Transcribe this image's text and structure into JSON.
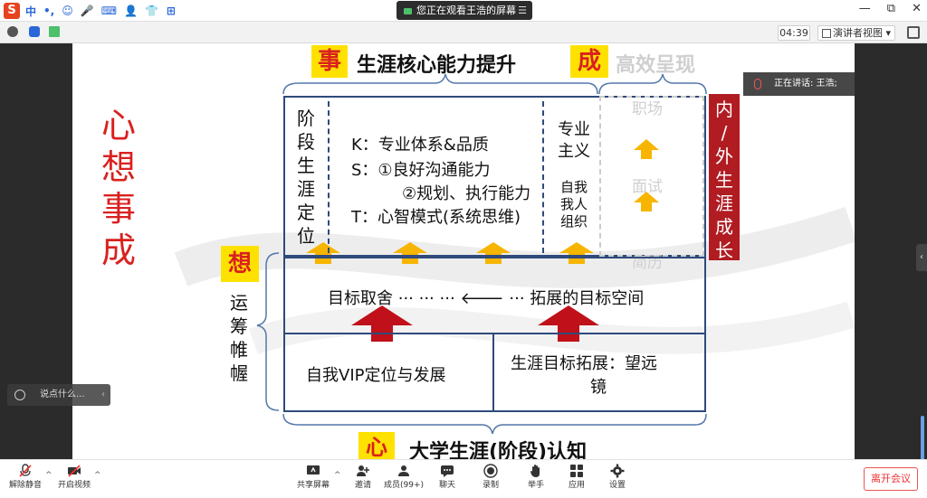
{
  "ime_bar": {
    "logo": "S",
    "items": [
      "中",
      "•,",
      "☺",
      "🎤",
      "⌨",
      "👤",
      "👕",
      "⊞"
    ],
    "share_notice": "您正在观看王浩的屏幕",
    "share_menu": "☰",
    "window_controls": [
      "—",
      "⧉",
      "✕"
    ]
  },
  "top_bar": {
    "timer": "04:39",
    "view_mode": "演讲者视图",
    "view_caret": "▾"
  },
  "slide": {
    "side_title": [
      "心",
      "想",
      "事",
      "成"
    ],
    "label_shi": "事",
    "title_top": "生涯核心能力提升",
    "label_cheng": "成",
    "title_gray": "高效呈现",
    "stage_text": [
      "阶",
      "段",
      "生",
      "涯",
      "定",
      "位"
    ],
    "k_line": "K：专业体系&品质",
    "s_line": "S：①良好沟通能力",
    "s_line2": "②规划、执行能力",
    "t_line": "T：心智模式(系统思维)",
    "specialism": [
      "专业",
      "主义"
    ],
    "self_org": [
      "自我",
      "我人",
      "组织"
    ],
    "gray_levels": [
      "职场",
      "面试",
      "简历"
    ],
    "red_vertical": [
      "内",
      "/",
      "外",
      "生",
      "涯",
      "成",
      "长"
    ],
    "label_xiang": "想",
    "planning": [
      "运",
      "筹",
      "帷",
      "幄"
    ],
    "goal_line": "目标取舍 ··· ··· ··· 🡐 ··· 拓展的目标空间",
    "vip": "自我VIP定位与发展",
    "telescope1": "生涯目标拓展：望远",
    "telescope2": "镜",
    "label_xin": "心",
    "bottom_title": "大学生涯(阶段)认知",
    "colors": {
      "red": "#d9211f",
      "yellow": "#ffe100",
      "navy": "#2f4a7c",
      "dark_red": "#b01c22",
      "gold_arrow": "#f7b500"
    }
  },
  "overlay": {
    "chat_placeholder": "说点什么...",
    "chat_collapse": "‹",
    "speaking": "正在讲话: 王浩;",
    "side_tab": "‹"
  },
  "toolbar": {
    "unmute": "解除静音",
    "start_video": "开启视频",
    "share_screen": "共享屏幕",
    "invite": "邀请",
    "members": "成员(99+)",
    "chat": "聊天",
    "record": "录制",
    "raise_hand": "举手",
    "apps": "应用",
    "settings": "设置",
    "leave": "离开会议",
    "caret": "^"
  }
}
